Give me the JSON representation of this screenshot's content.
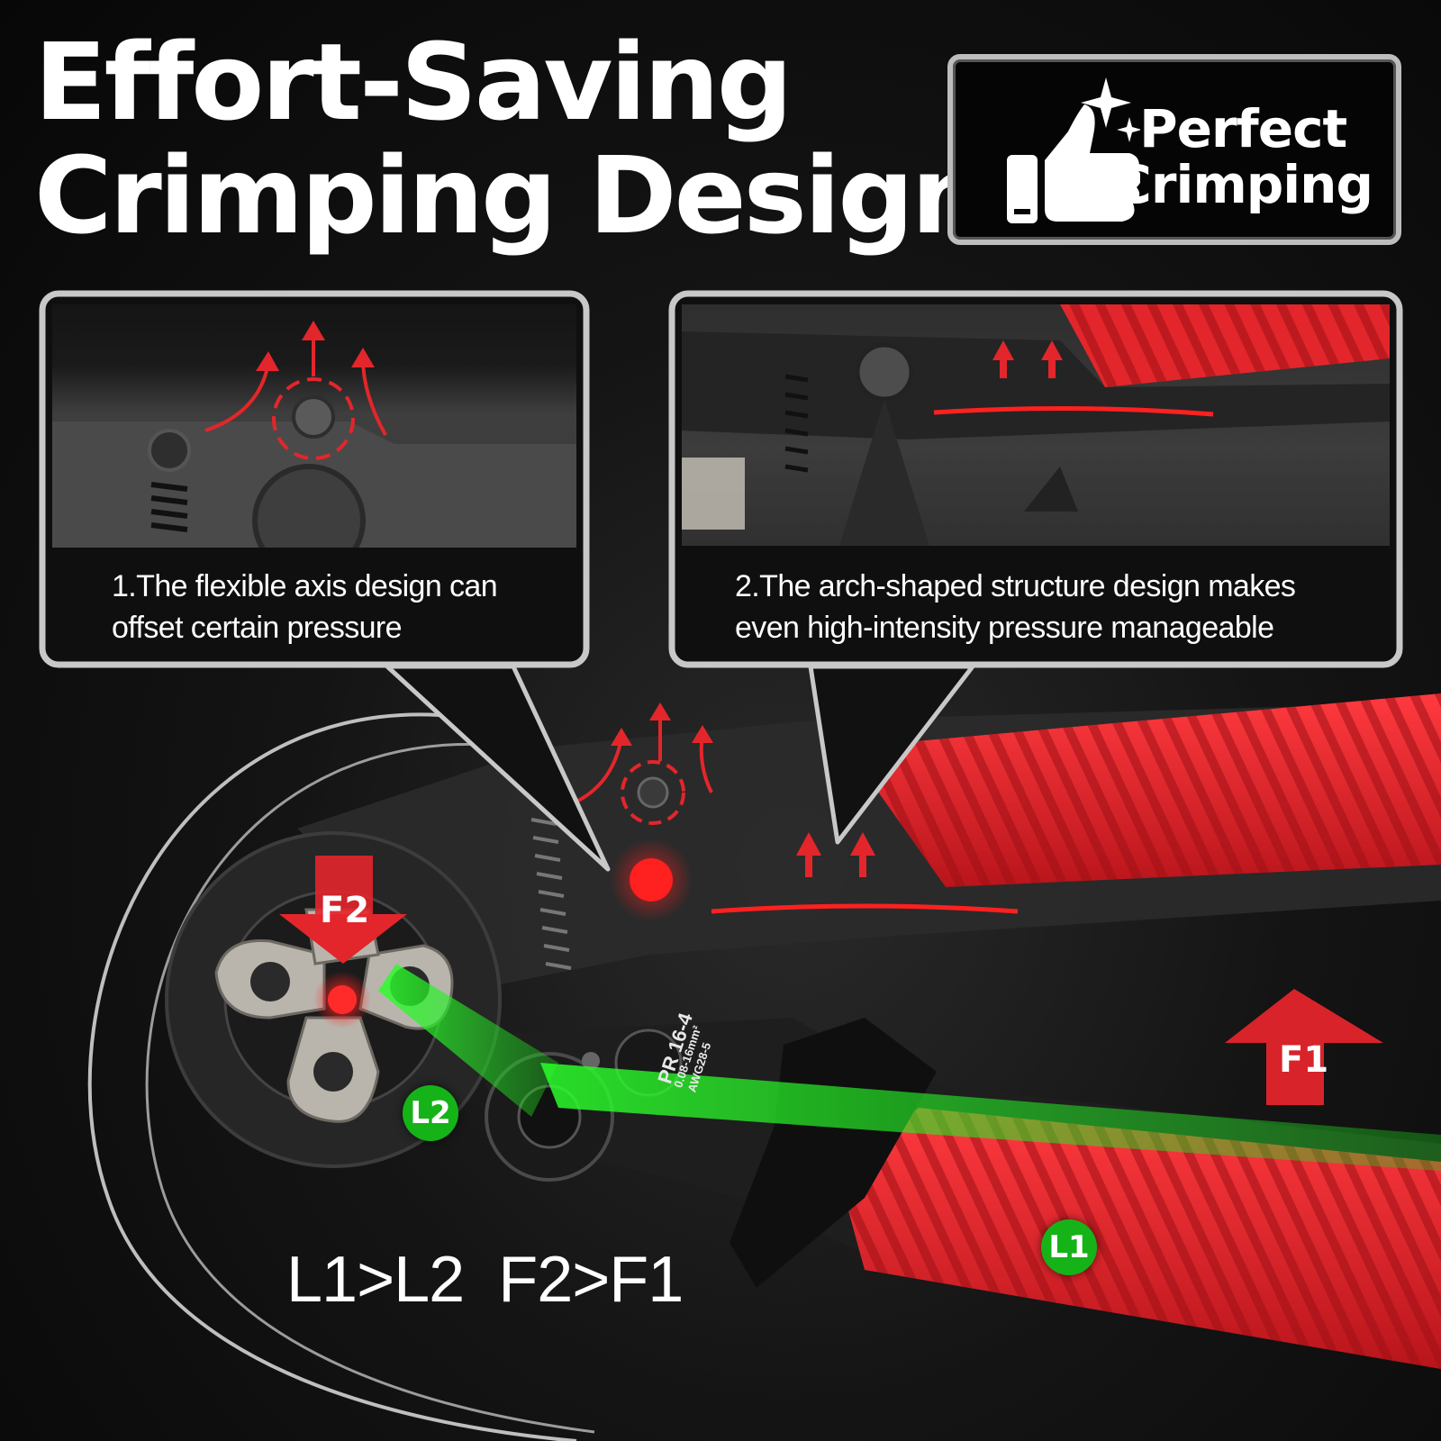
{
  "headline": {
    "line1": "Effort-Saving",
    "line2": "Crimping Design"
  },
  "badge": {
    "line1": "Perfect",
    "line2": "Crimping",
    "icon": "thumbs-up-sparkle-icon"
  },
  "callouts": [
    {
      "caption_line1": "1.The flexible axis design can",
      "caption_line2": "offset certain pressure"
    },
    {
      "caption_line1": "2.The arch-shaped structure design makes",
      "caption_line2": "even high-intensity pressure manageable"
    }
  ],
  "labels": {
    "f1": "F1",
    "f2": "F2",
    "l1": "L1",
    "l2": "L2"
  },
  "formula": "L1>L2  F2>F1",
  "tool_marking": {
    "model": "PR 16-4",
    "range_mm": "0.08-16mm²",
    "range_awg": "AWG28-5"
  },
  "colors": {
    "accent_red": "#e3262b",
    "grip_red": "#d8232a",
    "beam_green": "#1fd31f",
    "label_green": "#15b318",
    "frame_silver": "#c8c8c8"
  }
}
